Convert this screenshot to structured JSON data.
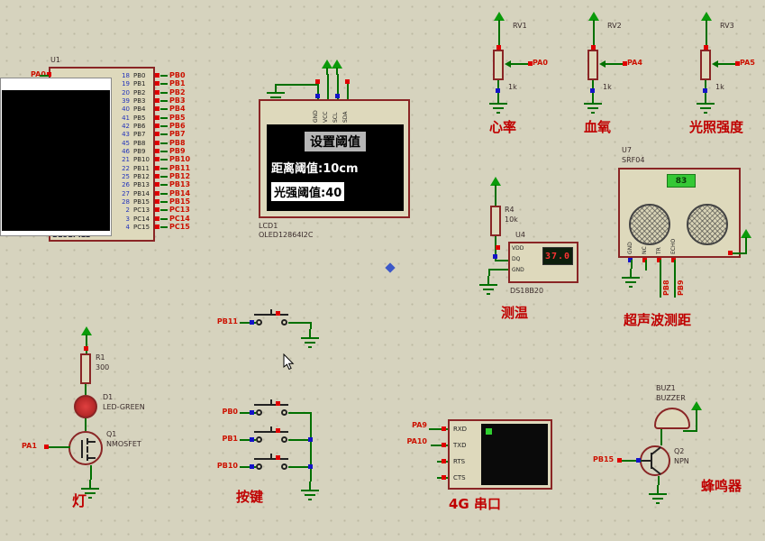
{
  "palette": {
    "background": "#d6d3be",
    "component_outline": "#8a2525",
    "wire": "#007000",
    "net_label": "#cc1100",
    "annotation": "#c00000",
    "pin_number": "#2233bb",
    "terminal_red": "#e00000",
    "terminal_blue": "#1414c8",
    "oled_background": "#000000",
    "oled_text": "#ffffff",
    "seven_seg": "#ff3333",
    "sonar_display": "#35c835"
  },
  "u1": {
    "ref": "U1",
    "value": "BLUEPILL",
    "left_pin": {
      "label": "PA0"
    },
    "right_pins": [
      {
        "num": "18",
        "name": "PB0",
        "label": "PB0"
      },
      {
        "num": "19",
        "name": "PB1",
        "label": "PB1"
      },
      {
        "num": "20",
        "name": "PB2",
        "label": "PB2"
      },
      {
        "num": "39",
        "name": "PB3",
        "label": "PB3"
      },
      {
        "num": "40",
        "name": "PB4",
        "label": "PB4"
      },
      {
        "num": "41",
        "name": "PB5",
        "label": "PB5"
      },
      {
        "num": "42",
        "name": "PB6",
        "label": "PB6"
      },
      {
        "num": "43",
        "name": "PB7",
        "label": "PB7"
      },
      {
        "num": "45",
        "name": "PB8",
        "label": "PB8"
      },
      {
        "num": "46",
        "name": "PB9",
        "label": "PB9"
      },
      {
        "num": "21",
        "name": "PB10",
        "label": "PB10"
      },
      {
        "num": "22",
        "name": "PB11",
        "label": "PB11"
      },
      {
        "num": "25",
        "name": "PB12",
        "label": "PB12"
      },
      {
        "num": "26",
        "name": "PB13",
        "label": "PB13"
      },
      {
        "num": "27",
        "name": "PB14",
        "label": "PB14"
      },
      {
        "num": "28",
        "name": "PB15",
        "label": "PB15"
      },
      {
        "num": "2",
        "name": "PC13",
        "label": "PC13"
      },
      {
        "num": "3",
        "name": "PC14",
        "label": "PC14"
      },
      {
        "num": "4",
        "name": "PC15",
        "label": "PC15"
      }
    ]
  },
  "oled": {
    "ref": "LCD1",
    "value": "OLED12864I2C",
    "pins": [
      "GND",
      "VCC",
      "SCL",
      "SDA"
    ],
    "screen": {
      "title": "设置阈值",
      "line2": "距离阈值:10cm",
      "line3": "光强阈值:40"
    }
  },
  "pots": [
    {
      "ref": "RV1",
      "value": "1k",
      "net": "PA0",
      "caption": "心率"
    },
    {
      "ref": "RV2",
      "value": "1k",
      "net": "PA4",
      "caption": "血氧"
    },
    {
      "ref": "RV3",
      "value": "1k",
      "net": "PA5",
      "caption": "光照强度"
    }
  ],
  "temp": {
    "res_ref": "R4",
    "res_value": "10k",
    "ref": "U4",
    "value": "DS18B20",
    "pins": [
      "VDD",
      "DQ",
      "GND"
    ],
    "reading": "37.0",
    "caption": "测温"
  },
  "sonar": {
    "ref": "U7",
    "value": "SRF04",
    "reading": "83",
    "pins": [
      "GND",
      "NC",
      "TR",
      "ECHO"
    ],
    "nets": [
      "PB8",
      "PB9"
    ],
    "caption": "超声波测距"
  },
  "lamp": {
    "res_ref": "R1",
    "res_value": "300",
    "led_ref": "D1",
    "led_value": "LED-GREEN",
    "q_ref": "Q1",
    "q_value": "NMOSFET",
    "net": "PA1",
    "caption": "灯"
  },
  "buttons": {
    "nets": [
      "PB11",
      "PB0",
      "PB1",
      "PB10"
    ],
    "caption": "按键"
  },
  "modem": {
    "pins": [
      "RXD",
      "TXD",
      "RTS",
      "CTS"
    ],
    "nets": [
      "PA9",
      "PA10"
    ],
    "caption": "4G 串口"
  },
  "buzzer": {
    "ref": "BUZ1",
    "value": "BUZZER",
    "q_ref": "Q2",
    "q_value": "NPN",
    "net": "PB15",
    "caption": "蜂鸣器"
  }
}
